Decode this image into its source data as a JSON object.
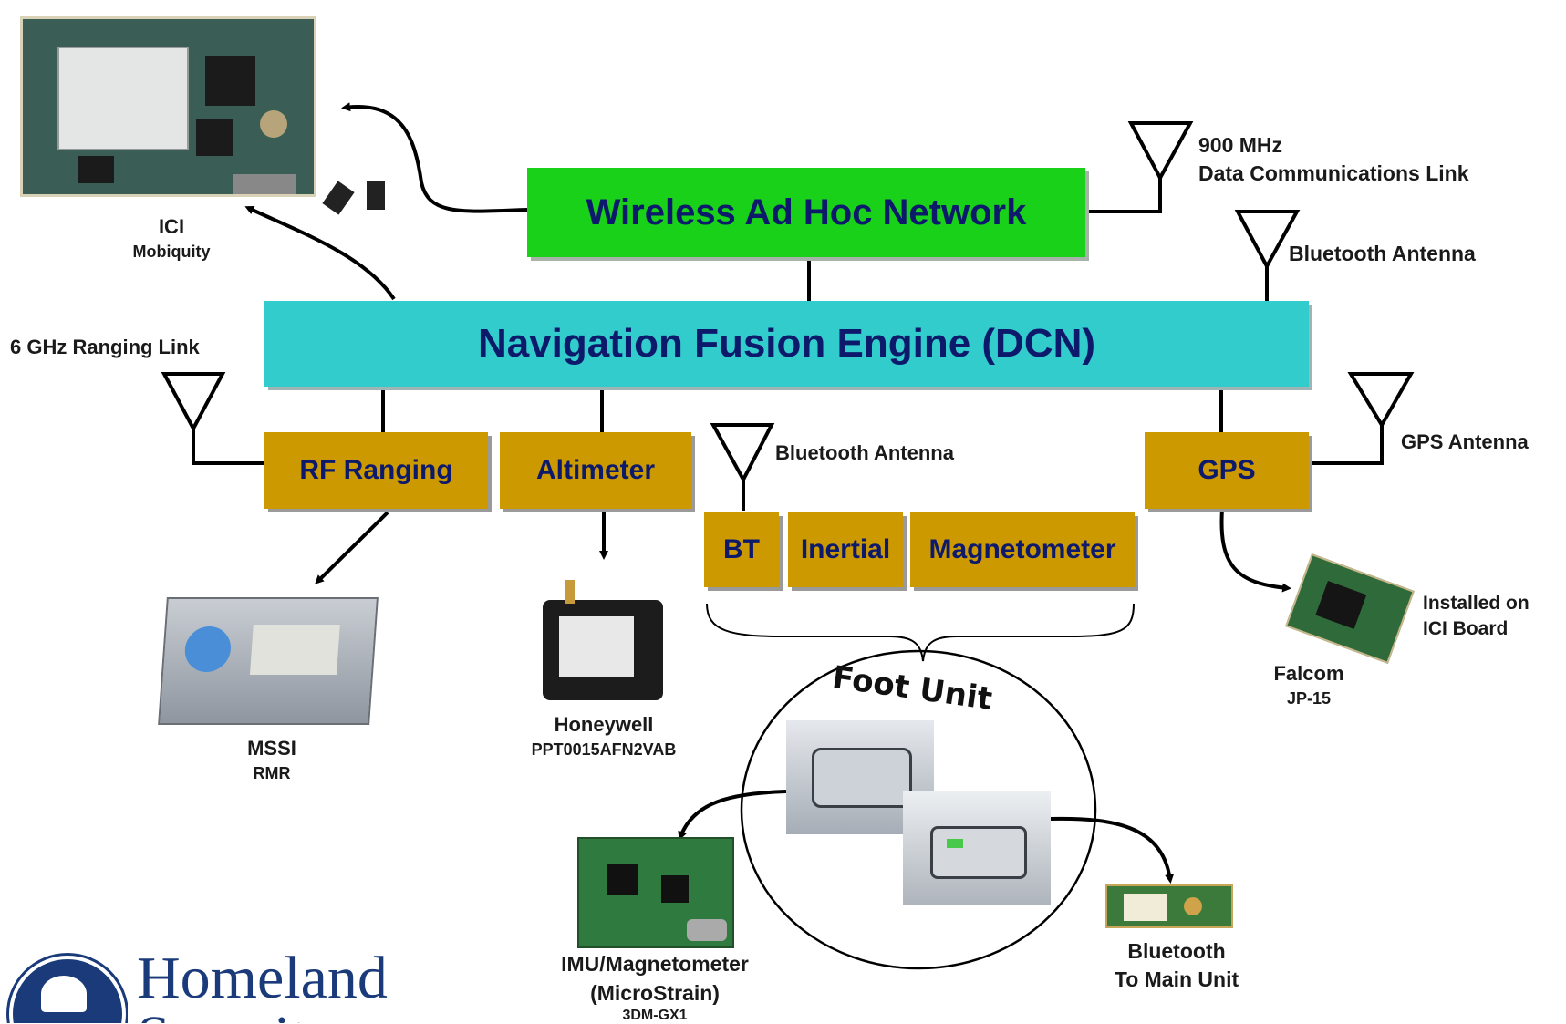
{
  "network": {
    "wireless": "Wireless Ad Hoc Network",
    "fusion": "Navigation Fusion Engine (DCN)"
  },
  "modules": {
    "rf_ranging": "RF Ranging",
    "altimeter": "Altimeter",
    "gps": "GPS",
    "bt": "BT",
    "inertial": "Inertial",
    "magnetometer": "Magnetometer"
  },
  "antennas": {
    "link900_line1": "900 MHz",
    "link900_line2": "Data Communications Link",
    "bluetooth_top": "Bluetooth Antenna",
    "ranging_6ghz": "6 GHz Ranging Link",
    "bluetooth_mid": "Bluetooth Antenna",
    "gps": "GPS Antenna"
  },
  "devices": {
    "ici_name": "ICI",
    "ici_model": "Mobiquity",
    "mssi_name": "MSSI",
    "mssi_model": "RMR",
    "honeywell_name": "Honeywell",
    "honeywell_model": "PPT0015AFN2VAB",
    "falcom_note_1": "Installed on",
    "falcom_note_2": "ICI Board",
    "falcom_name": "Falcom",
    "falcom_model": "JP-15",
    "imu_line1": "IMU/Magnetometer",
    "imu_line2": "(MicroStrain)",
    "imu_model": "3DM-GX1",
    "bt_line1": "Bluetooth",
    "bt_line2": "To Main Unit"
  },
  "foot_unit": {
    "title": "Foot Unit"
  },
  "logo": {
    "word1": "Homeland",
    "word2": "Security"
  },
  "colors": {
    "wireless_box": "#19d119",
    "fusion_box": "#33cccc",
    "module_box": "#cc9900",
    "box_text": "#0d1a6b"
  }
}
